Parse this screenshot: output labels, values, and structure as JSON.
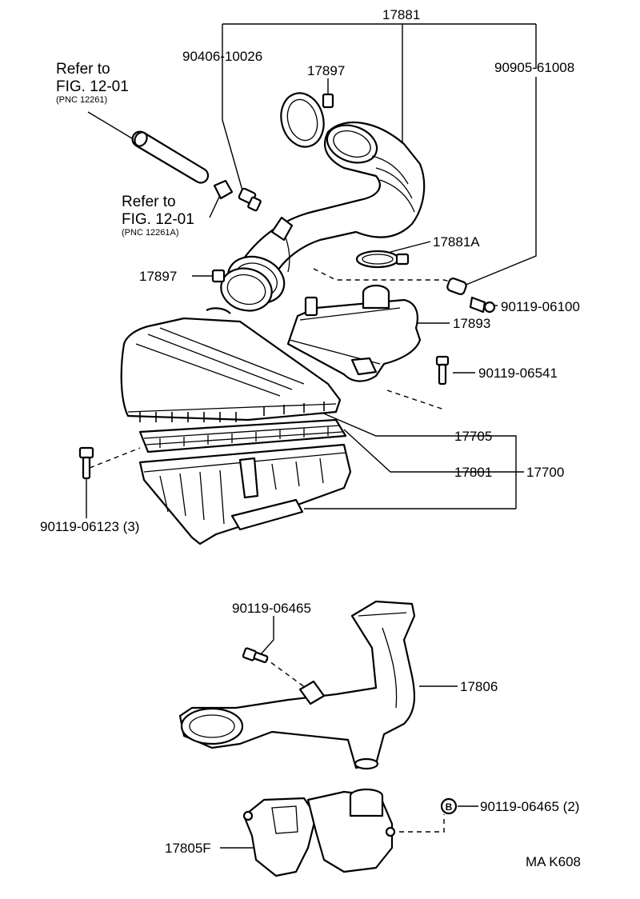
{
  "labels": {
    "p17881": "17881",
    "p90406": "90406-10026",
    "p17897_top": "17897",
    "p90905": "90905-61008",
    "refer1_line1": "Refer to",
    "refer1_line2": "FIG. 12-01",
    "refer1_pnc": "(PNC 12261)",
    "refer2_line1": "Refer to",
    "refer2_line2": "FIG. 12-01",
    "refer2_pnc": "(PNC 12261A)",
    "p17881A": "17881A",
    "p17897_left": "17897",
    "p90119_06100": "90119-06100",
    "p17893": "17893",
    "p90119_06541": "90119-06541",
    "p17705": "17705",
    "p17801": "17801",
    "p17700": "17700",
    "p90119_06123": "90119-06123 (3)",
    "p90119_06465": "90119-06465",
    "p17806": "17806",
    "b_marker": "B",
    "p90119_06465_2": "90119-06465 (2)",
    "p17805F": "17805F",
    "drawing_code": "MA K608"
  },
  "icons": [
    "air-intake-hose",
    "hose-clamp",
    "air-cleaner-case",
    "air-filter-element",
    "resonator",
    "air-inlet-duct",
    "inlet-bracket",
    "bolt",
    "hose-pipe"
  ]
}
